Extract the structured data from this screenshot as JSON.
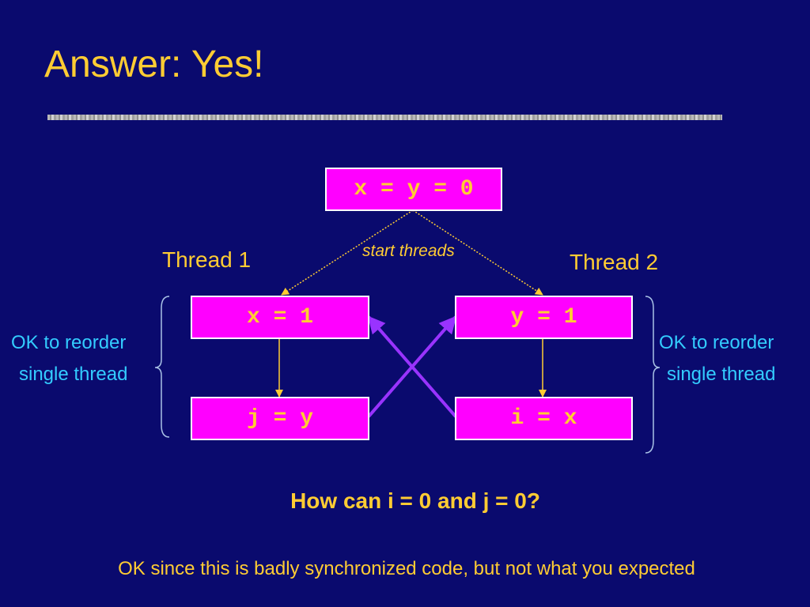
{
  "title": "Answer: Yes!",
  "diagram": {
    "init_box": "x = y = 0",
    "start_label": "start threads",
    "thread1": {
      "label": "Thread 1",
      "stmt1": "x = 1",
      "stmt2": "j = y"
    },
    "thread2": {
      "label": "Thread 2",
      "stmt1": "y = 1",
      "stmt2": "i = x"
    },
    "left_note": {
      "line1": "OK to reorder",
      "line2": "single thread"
    },
    "right_note": {
      "line1": "OK to reorder",
      "line2": "single thread"
    }
  },
  "question": "How can i = 0 and j = 0?",
  "footer": "OK since this is badly synchronized code, but not what you expected",
  "colors": {
    "background": "#0a0a6e",
    "box_fill": "#ff00ff",
    "text_yellow": "#ffcc33",
    "note_cyan": "#33ccff",
    "cross_arrows": "#9933ff"
  }
}
